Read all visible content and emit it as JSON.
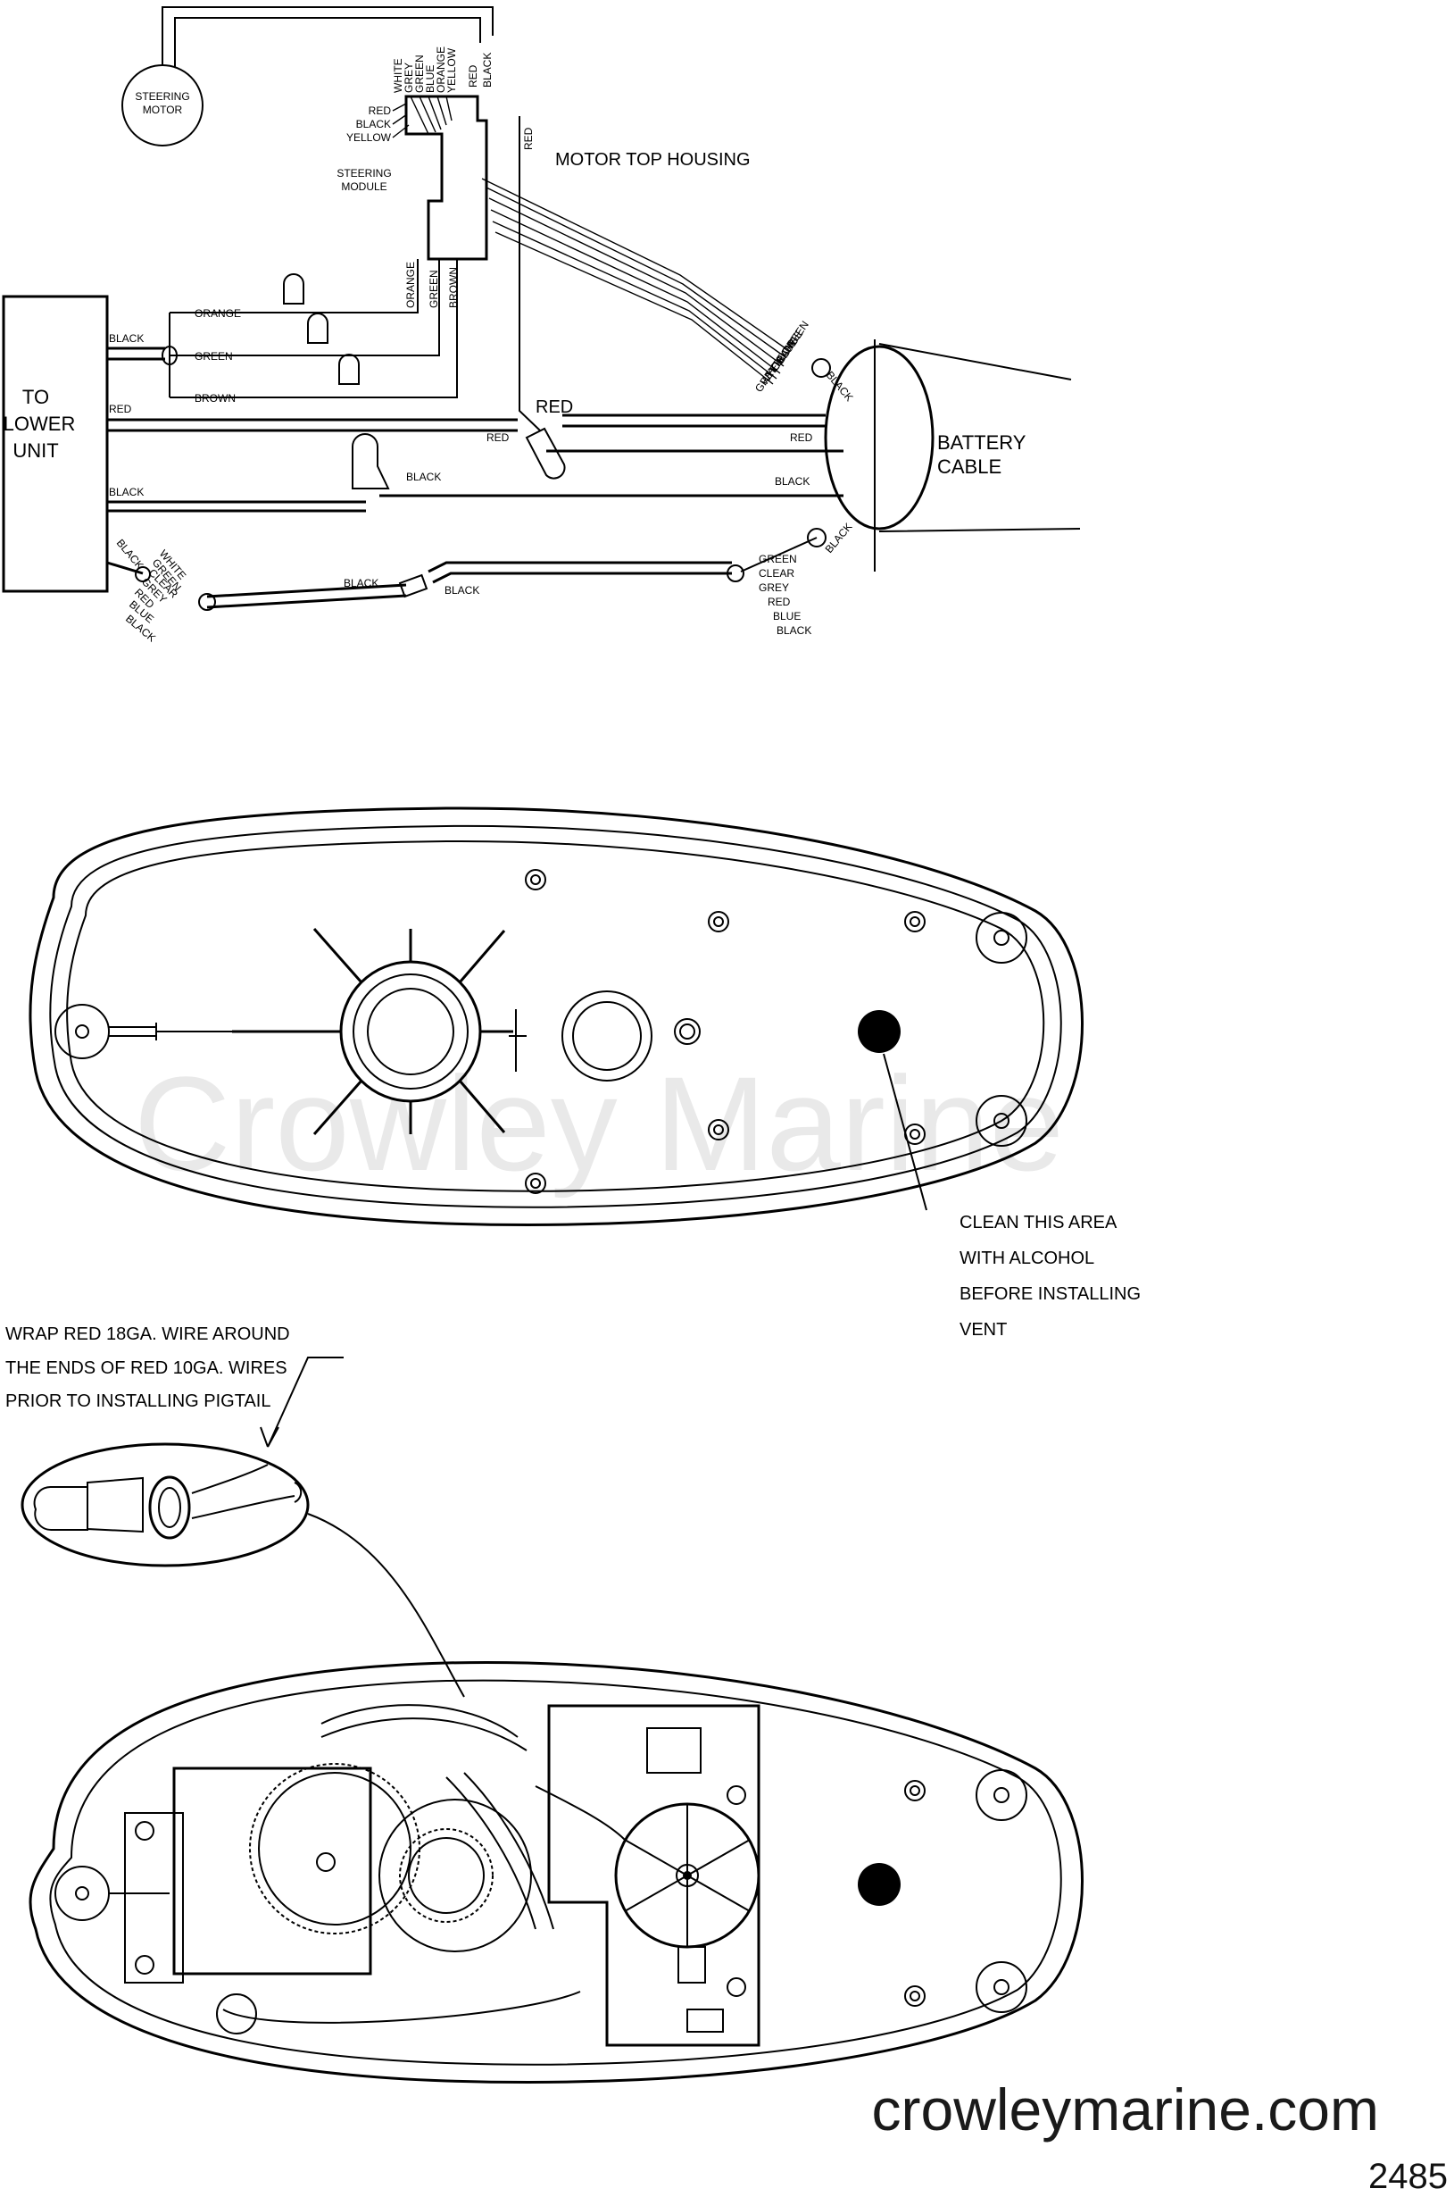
{
  "wiring": {
    "steering_motor": "STEERING MOTOR",
    "steering_motor_l1": "STEERING",
    "steering_motor_l2": "MOTOR",
    "steering_module_l1": "STEERING",
    "steering_module_l2": "MODULE",
    "motor_top_housing": "MOTOR TOP HOUSING",
    "to_lower_unit": [
      "TO",
      "LOWER",
      "UNIT"
    ],
    "battery_cable": [
      "BATTERY",
      "CABLE"
    ],
    "top_wire_colors": [
      "WHITE",
      "GREY",
      "GREEN",
      "BLUE",
      "ORANGE",
      "YELLOW",
      "RED",
      "BLACK"
    ],
    "module_left_colors": [
      "RED",
      "BLACK",
      "YELLOW"
    ],
    "module_bottom_colors": [
      "ORANGE",
      "GREEN",
      "BROWN"
    ],
    "red_vertical": "RED",
    "plug_wires": [
      "ORANGE",
      "GREEN",
      "BROWN"
    ],
    "black": "BLACK",
    "red": "RED",
    "battery_bundle_colors": [
      "GREEN",
      "BLUE",
      "ORANGE",
      "YELLOW",
      "WHITE",
      "GREY"
    ],
    "lower_left_colors": [
      "WHITE",
      "GREEN",
      "CLEAR",
      "GREY",
      "RED",
      "BLUE",
      "BLACK"
    ],
    "lower_right_colors": [
      "GREEN",
      "CLEAR",
      "GREY",
      "RED",
      "BLUE",
      "BLACK"
    ]
  },
  "notes": {
    "clean_area": [
      "CLEAN THIS AREA",
      "WITH ALCOHOL",
      "BEFORE INSTALLING",
      "VENT"
    ],
    "wrap_red": [
      "WRAP RED 18GA. WIRE AROUND",
      "THE ENDS OF RED 10GA. WIRES",
      "PRIOR TO INSTALLING PIGTAIL"
    ]
  },
  "watermark": "Crowley Marine",
  "site_url": "crowleymarine.com",
  "page_number": "2485"
}
